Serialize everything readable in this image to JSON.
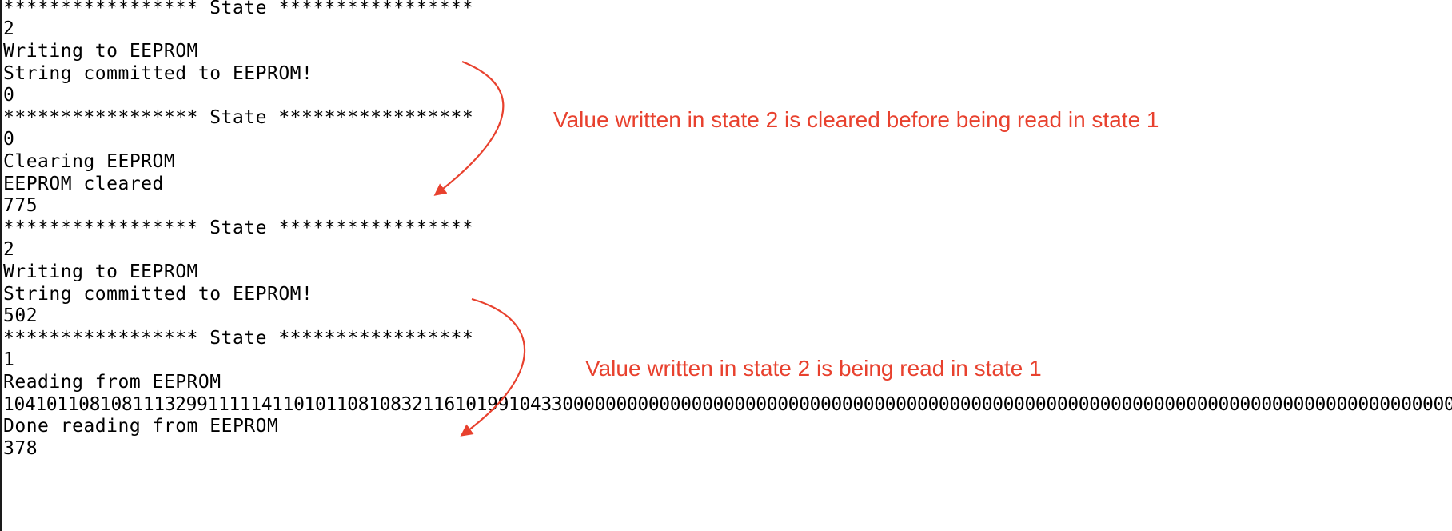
{
  "console": {
    "lines": [
      "***************** State *****************",
      "2",
      "Writing to EEPROM",
      "String committed to EEPROM!",
      "0",
      "***************** State *****************",
      "0",
      "Clearing EEPROM",
      "EEPROM cleared",
      "775",
      "***************** State *****************",
      "2",
      "Writing to EEPROM",
      "String committed to EEPROM!",
      "502",
      "***************** State *****************",
      "1",
      "Reading from EEPROM",
      "104101108108111329911111411010110810832116101991043300000000000000000000000000000000000000000000000000000000000000000000000000000000000000000",
      "Done reading from EEPROM",
      "378"
    ]
  },
  "annotations": {
    "first": "Value written in state 2 is cleared before being read in state 1",
    "second": "Value written in state 2 is being read in state 1"
  },
  "colors": {
    "annotation": "#e8412e",
    "text": "#000000",
    "background": "#ffffff"
  }
}
